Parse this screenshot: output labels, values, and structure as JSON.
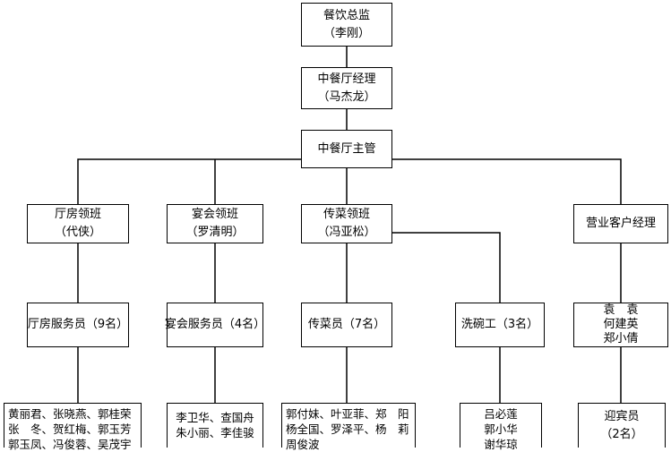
{
  "nodes": {
    "director": {
      "title": "餐饮总监",
      "name": "（李刚）"
    },
    "manager": {
      "title": "中餐厅经理",
      "name": "（马杰龙）"
    },
    "supervisor": {
      "title": "中餐厅主管"
    },
    "hall_captain": {
      "title": "厅房领班",
      "name": "（代侠）"
    },
    "banquet_captain": {
      "title": "宴会领班",
      "name": "（罗清明）"
    },
    "runner_captain": {
      "title": "传菜领班",
      "name": "（冯亚松）"
    },
    "sales_manager": {
      "title": "营业客户经理"
    },
    "hall_staff": {
      "title": "厅房服务员（9名）"
    },
    "banquet_staff": {
      "title": "宴会服务员（4名）"
    },
    "runners": {
      "title": "传菜员（7名）"
    },
    "dishwashers": {
      "title": "洗碗工（3名）"
    },
    "sales_reps": {
      "lines": [
        "袁　袁",
        "何建英",
        "郑小倩"
      ]
    },
    "hall_staff_names": {
      "lines": [
        "黄丽君、张晓燕、郭桂荣",
        "张　冬、贺红梅、郭玉芳",
        "郭玉凤、冯俊蓉、吴茂宇"
      ]
    },
    "banquet_staff_names": {
      "lines": [
        "李卫华、查国舟",
        "朱小丽、李佳骏"
      ]
    },
    "runner_names": {
      "lines": [
        "郭付妹、叶亚菲、郑　阳",
        "杨全国、罗泽平、杨　莉",
        "周俊波"
      ]
    },
    "dishwasher_names": {
      "lines": [
        "吕必莲",
        "郭小华",
        "谢华琼"
      ]
    },
    "greeters": {
      "title": "迎宾员",
      "name": "（2名）"
    }
  }
}
